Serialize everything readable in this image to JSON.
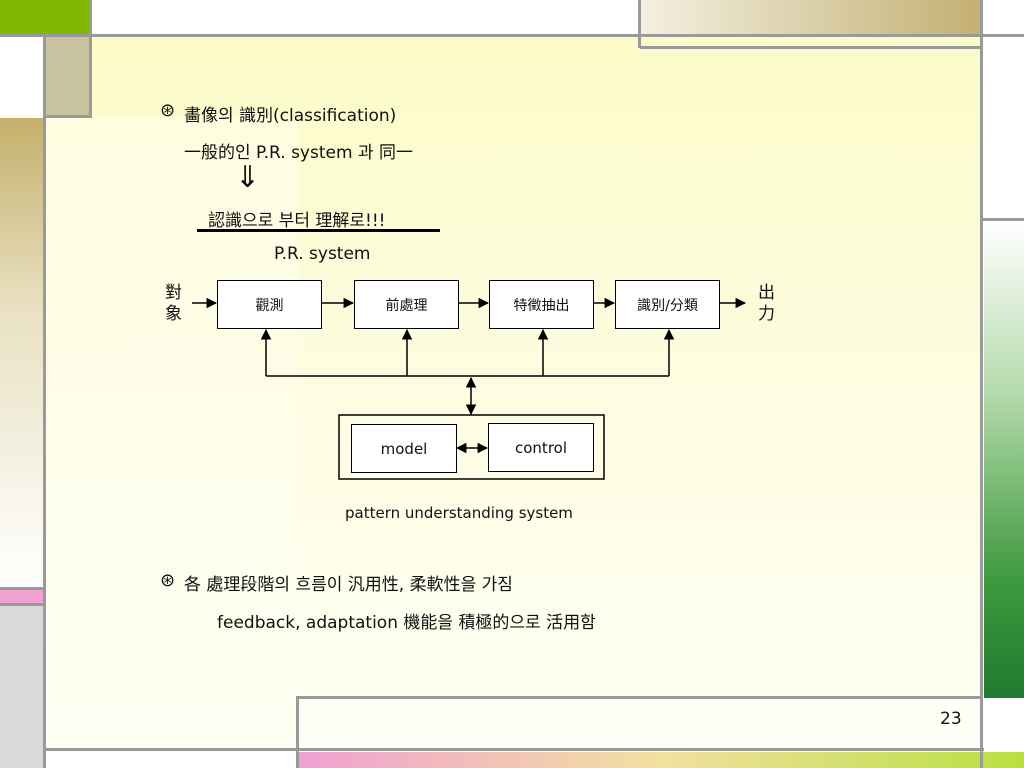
{
  "slide": {
    "page_number": "23",
    "colors": {
      "panel": "#fdfde0",
      "frame_lines": "#9a9a9a",
      "green": "#7fb800",
      "khaki": "#c4b985",
      "pink": "#f0a0d2",
      "gray": "#d9d9d9"
    }
  },
  "bullet1": {
    "marker": "⊛",
    "title": "畵像의 識別(classification)",
    "line2": "一般的인 P.R. system 과 同一",
    "arrow": "⇓",
    "underlined": "認識으로 부터 理解로!!!",
    "system_label": "P.R. system"
  },
  "diagram": {
    "input_label": "對\n象",
    "output_label": "出\n力",
    "stages": [
      "觀測",
      "前處理",
      "特徵抽出",
      "識別/分類"
    ],
    "model_label": "model",
    "control_label": "control",
    "caption": "pattern understanding system"
  },
  "bullet2": {
    "marker": "⊛",
    "line1": "各 處理段階의 흐름이 汎用性, 柔軟性을 가짐",
    "line2": "feedback, adaptation 機能을 積極的으로 活用함"
  }
}
